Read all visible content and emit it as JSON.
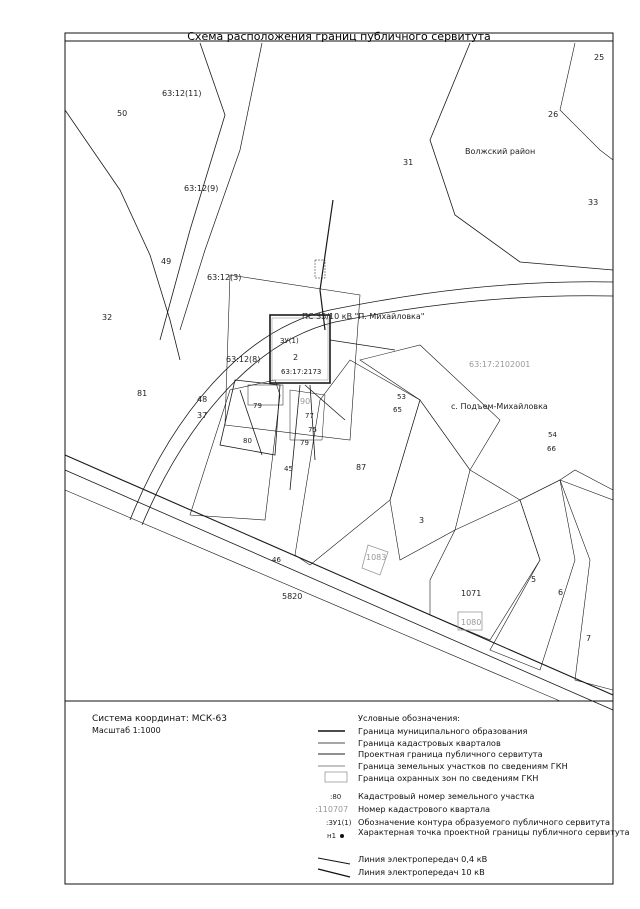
{
  "title": "Схема расположения границ публичного сервитута",
  "map": {
    "parcels": [
      "25",
      "50",
      "26",
      "31",
      "33",
      "49",
      "32",
      "81",
      "87",
      "3",
      "1071",
      "5",
      "6",
      "7",
      "37",
      "48",
      "5820"
    ],
    "parcel_labels_small": [
      "45",
      "46",
      "65",
      "66",
      "53",
      "54",
      "80",
      "79",
      "77",
      "75",
      "79"
    ],
    "cadastral_quarters": [
      "63:17:2102001",
      "63:17:2173"
    ],
    "gray_numbers": [
      "1083",
      "1080",
      "90"
    ],
    "zone_labels": [
      "63:12(11)",
      "63:12(9)",
      "63:12(3)",
      "63:12(8)",
      "ЗУ(1)",
      "2"
    ],
    "district_label": "Волжский район",
    "village_label": "с. Подъем-Михайловка",
    "substation_label": "ПС 35/10 кВ \"П. Михайловка\""
  },
  "coordinate_system": "Система координат: МСК-63",
  "scale": "Масштаб 1:1000",
  "legend": {
    "title": "Условные обозначения:",
    "items": [
      {
        "sample": "thick-line",
        "label": "Граница муниципального образования"
      },
      {
        "sample": "thin-line",
        "label": "Граница кадастровых кварталов"
      },
      {
        "sample": "red-line",
        "label": "Проектная граница публичного сервитута"
      },
      {
        "sample": "thin-line",
        "label": "Граница земельных участков по сведениям ГКН"
      },
      {
        "sample": "gray-box",
        "label": "Граница охранных зон по сведениям ГКН"
      },
      {
        "sample": "text",
        "sample_text": ":80",
        "label": "Кадастровый номер земельного участка"
      },
      {
        "sample": "text",
        "sample_text": ":110707",
        "label": "Номер кадастрового квартала"
      },
      {
        "sample": "text",
        "sample_text": ":ЗУ1(1)",
        "label": "Обозначение контура образуемого публичного сервитута"
      },
      {
        "sample": "point",
        "sample_text": "н1",
        "label": "Характерная точка проектной границы публичного сервитута"
      },
      {
        "sample": "line-04",
        "label": "Линия электропередач 0,4 кВ"
      },
      {
        "sample": "line-10",
        "label": "Линия электропередач 10 кВ"
      }
    ]
  },
  "colors": {
    "line": "#1a1a1a",
    "gray": "#9a9a9a",
    "servitude": "#222222"
  }
}
